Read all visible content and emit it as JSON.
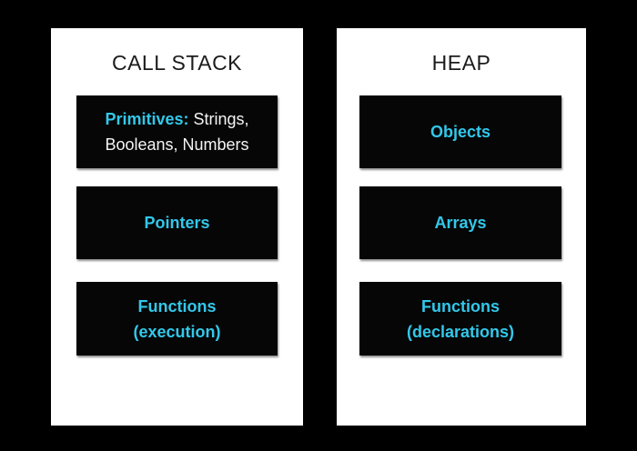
{
  "colors": {
    "background": "#000000",
    "panel": "#ffffff",
    "box_bg": "#060606",
    "accent": "#32c8ea",
    "box_text": "#f4f4f4",
    "title_text": "#1b1b1b"
  },
  "panel_left": {
    "title": "CALL STACK",
    "box1": {
      "accent": "Primitives:",
      "plain": " Strings,",
      "line2": "Booleans, Numbers"
    },
    "box2": {
      "label": "Pointers"
    },
    "box3": {
      "line1": "Functions",
      "line2": "(execution)"
    }
  },
  "panel_right": {
    "title": "HEAP",
    "box1": {
      "label": "Objects"
    },
    "box2": {
      "label": "Arrays"
    },
    "box3": {
      "line1": "Functions",
      "line2": "(declarations)"
    }
  }
}
